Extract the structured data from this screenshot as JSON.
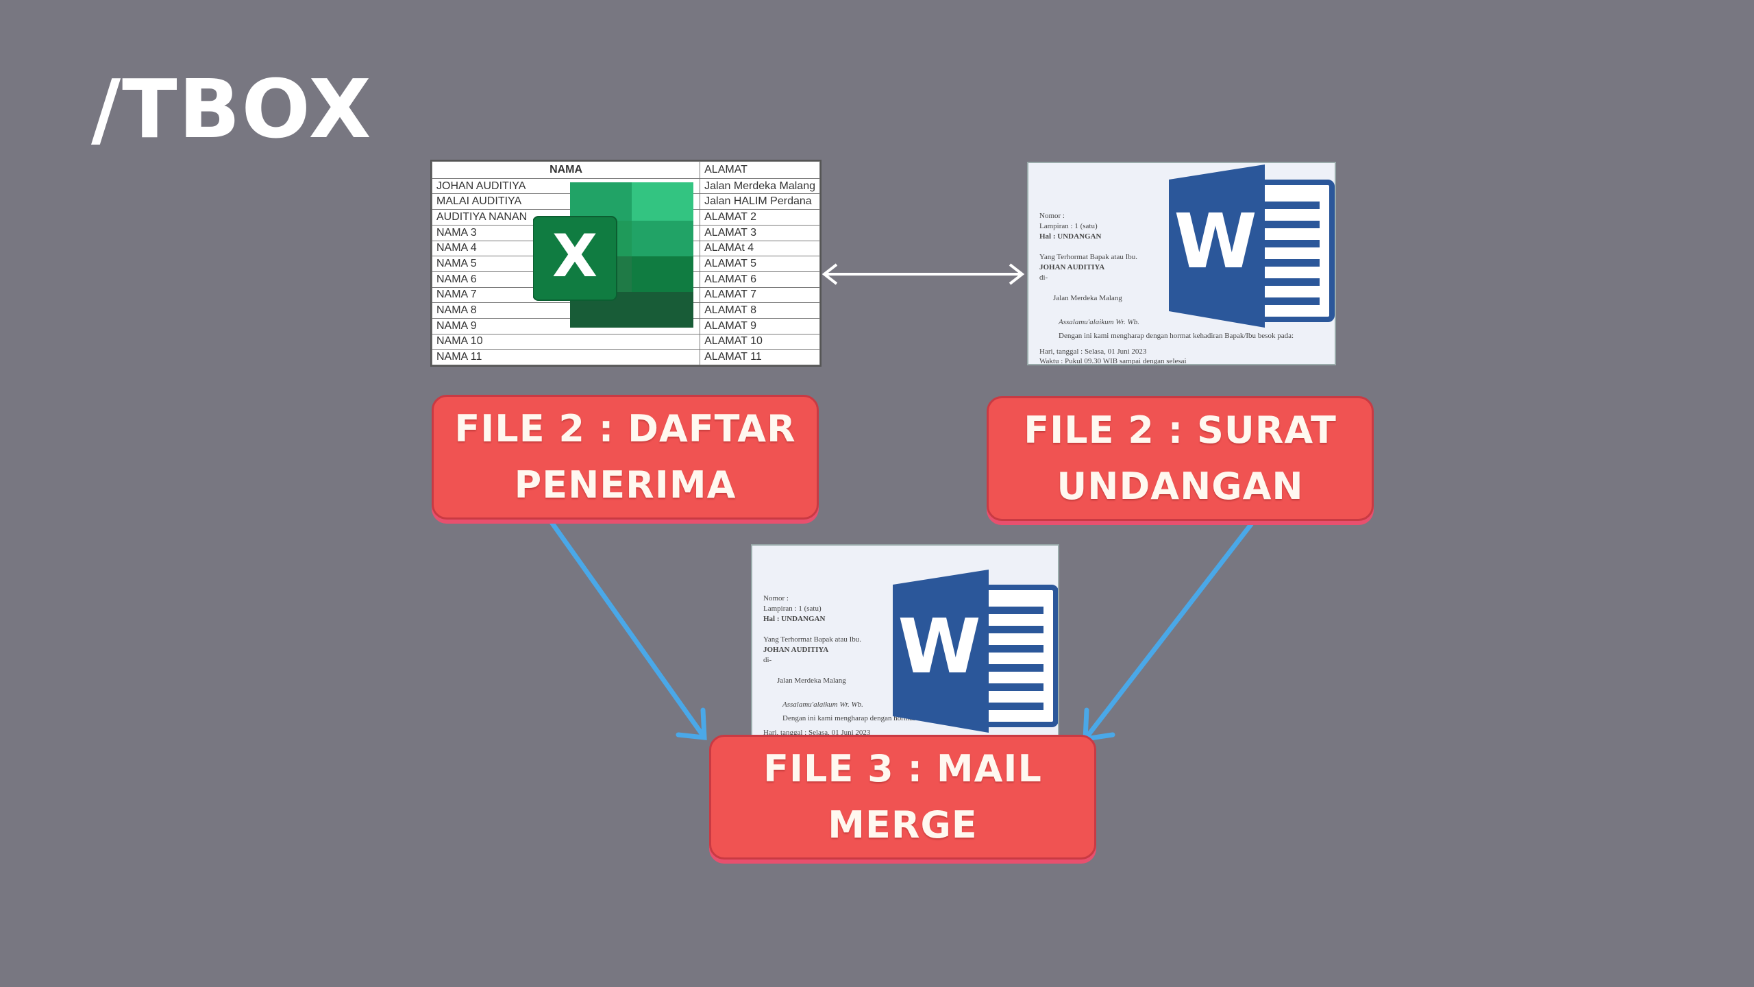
{
  "logo": {
    "text": "/TBOX"
  },
  "spreadsheet": {
    "headers": [
      "NAMA",
      "ALAMAT"
    ],
    "rows": [
      [
        "JOHAN AUDITIYA",
        "Jalan Merdeka Malang"
      ],
      [
        "MALAI AUDITIYA",
        "Jalan HALIM Perdana"
      ],
      [
        "AUDITIYA NANAN",
        "ALAMAT 2"
      ],
      [
        "NAMA 3",
        "ALAMAT 3"
      ],
      [
        "NAMA 4",
        "ALAMAt 4"
      ],
      [
        "NAMA 5",
        "ALAMAT 5"
      ],
      [
        "NAMA 6",
        "ALAMAT 6"
      ],
      [
        "NAMA 7",
        "ALAMAT 7"
      ],
      [
        "NAMA 8",
        "ALAMAT 8"
      ],
      [
        "NAMA 9",
        "ALAMAT 9"
      ],
      [
        "NAMA 10",
        "ALAMAT 10"
      ],
      [
        "NAMA 11",
        "ALAMAT 11"
      ]
    ],
    "icon": "excel-icon",
    "icon_letter": "X"
  },
  "letter": {
    "nomor": "Nomor     :",
    "lampiran": "Lampiran  :   1 (satu)",
    "hal": "Hal           :   UNDANGAN",
    "salutation": "Yang Terhormat Bapak atau Ibu.",
    "recipient": "JOHAN AUDITIYA",
    "di": "di-",
    "address": "Jalan Merdeka Malang",
    "greeting": "Assalamu'alaikum Wr. Wb.",
    "body": "Dengan ini kami mengharap dengan hormat kehadiran Bapak/Ibu besok pada:",
    "date": "Hari, tanggal    :   Selasa, 01 Juni 2023",
    "time": "Waktu              :   Pukul 09.30 WIB  sampai dengan selesai",
    "icon": "word-icon",
    "icon_letter": "W"
  },
  "labels": {
    "file_daftar": [
      "FILE 2 : DAFTAR",
      "PENERIMA"
    ],
    "file_surat": [
      "FILE 2 : SURAT",
      "UNDANGAN"
    ],
    "file_merge": [
      "FILE 3 : MAIL",
      "MERGE"
    ]
  },
  "colors": {
    "background": "#787781",
    "label_fill": "#f05352",
    "arrow_blue": "#4aa8e8",
    "word_blue": "#2b579a",
    "excel_green": "#1d7a45"
  }
}
